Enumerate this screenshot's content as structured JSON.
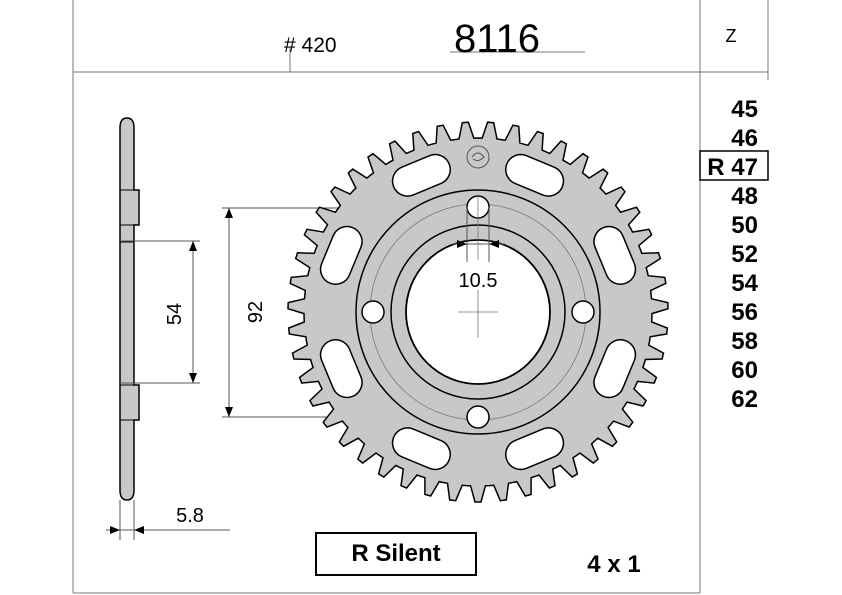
{
  "header": {
    "pitch_label": "# 420",
    "part_number": "8116",
    "teeth_column_label": "Z"
  },
  "teeth_options": [
    {
      "label": "45",
      "selected": false
    },
    {
      "label": "46",
      "selected": false
    },
    {
      "label": "R 47",
      "selected": true
    },
    {
      "label": "48",
      "selected": false
    },
    {
      "label": "50",
      "selected": false
    },
    {
      "label": "52",
      "selected": false
    },
    {
      "label": "54",
      "selected": false
    },
    {
      "label": "56",
      "selected": false
    },
    {
      "label": "58",
      "selected": false
    },
    {
      "label": "60",
      "selected": false
    },
    {
      "label": "62",
      "selected": false
    }
  ],
  "dimensions": {
    "bolt_spacing": "54",
    "bolt_circle": "92",
    "hole_diameter": "10.5",
    "thickness": "5.8"
  },
  "footer": {
    "product_label": "R Silent",
    "bolt_pattern": "4 x 1"
  },
  "colors": {
    "sprocket_fill": "#c8c8c8",
    "line": "#000000",
    "dim_line": "#555555"
  }
}
